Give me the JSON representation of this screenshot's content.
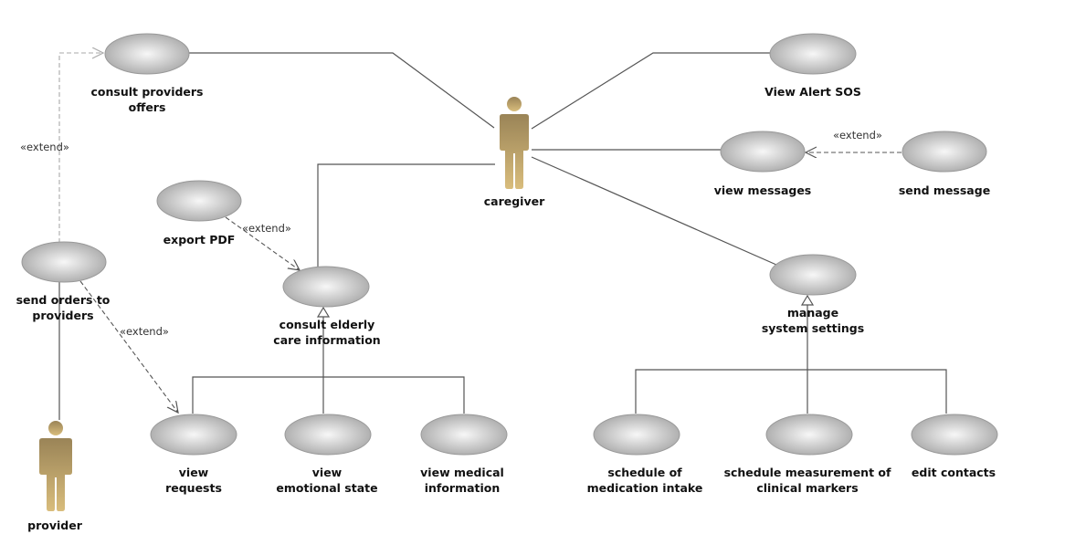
{
  "diagram": {
    "type": "UML use case diagram",
    "actors": [
      {
        "id": "caregiver",
        "label": "caregiver"
      },
      {
        "id": "provider",
        "label": "provider"
      }
    ],
    "use_cases": [
      {
        "id": "consult_providers_offers",
        "label": "consult providers\noffers"
      },
      {
        "id": "view_alert_sos",
        "label": "View Alert SOS"
      },
      {
        "id": "view_messages",
        "label": "view messages"
      },
      {
        "id": "send_message",
        "label": "send message"
      },
      {
        "id": "export_pdf",
        "label": "export PDF"
      },
      {
        "id": "send_orders",
        "label": "send orders to\nproviders"
      },
      {
        "id": "consult_elderly",
        "label": "consult elderly\ncare information"
      },
      {
        "id": "manage_settings",
        "label": "manage\nsystem settings"
      },
      {
        "id": "view_requests",
        "label": "view\nrequests"
      },
      {
        "id": "view_emotional",
        "label": "view\nemotional state"
      },
      {
        "id": "view_medical",
        "label": "view medical\ninformation"
      },
      {
        "id": "schedule_medication",
        "label": "schedule of\nmedication intake"
      },
      {
        "id": "schedule_measurement",
        "label": "schedule measurement of\nclinical markers"
      },
      {
        "id": "edit_contacts",
        "label": "edit contacts"
      }
    ],
    "associations": [
      {
        "from": "caregiver",
        "to": "consult_providers_offers"
      },
      {
        "from": "caregiver",
        "to": "view_alert_sos"
      },
      {
        "from": "caregiver",
        "to": "view_messages"
      },
      {
        "from": "caregiver",
        "to": "consult_elderly"
      },
      {
        "from": "caregiver",
        "to": "manage_settings"
      },
      {
        "from": "provider",
        "to": "send_orders"
      }
    ],
    "extends": [
      {
        "from": "send_orders",
        "to": "consult_providers_offers",
        "label": "«extend»"
      },
      {
        "from": "send_message",
        "to": "view_messages",
        "label": "«extend»"
      },
      {
        "from": "export_pdf",
        "to": "consult_elderly",
        "label": "«extend»"
      },
      {
        "from": "send_orders",
        "to": "view_requests",
        "label": "«extend»"
      }
    ],
    "generalizations": [
      {
        "parent": "consult_elderly",
        "children": [
          "view_requests",
          "view_emotional",
          "view_medical"
        ]
      },
      {
        "parent": "manage_settings",
        "children": [
          "schedule_medication",
          "schedule_measurement",
          "edit_contacts"
        ]
      }
    ],
    "colors": {
      "actor_top": "#9a8457",
      "actor_bottom": "#d9bd7c",
      "usecase_center": "#f7f7f7",
      "usecase_edge": "#a9a9a9",
      "line": "#555555"
    }
  }
}
